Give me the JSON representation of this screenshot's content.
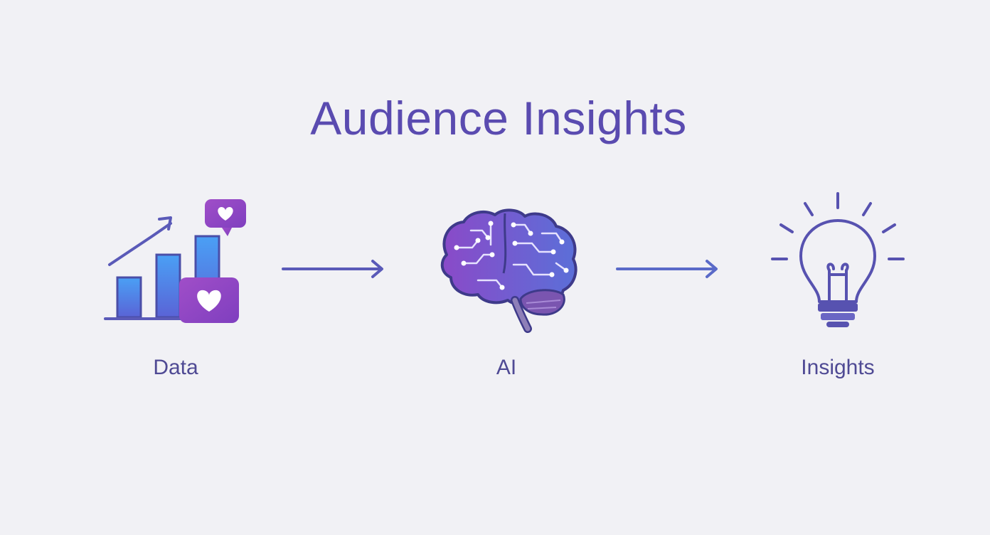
{
  "diagram": {
    "title": "Audience Insights",
    "stages": [
      {
        "label": "Data",
        "icon": "bar-chart-hearts-icon"
      },
      {
        "label": "AI",
        "icon": "brain-icon"
      },
      {
        "label": "Insights",
        "icon": "lightbulb-icon"
      }
    ],
    "connectors": [
      "arrow-right-icon",
      "arrow-right-icon"
    ]
  },
  "colors": {
    "title": "#5a4bb0",
    "label": "#4f4a94",
    "background": "#f1f1f5",
    "blue": "#4f8ff0",
    "purple": "#9a46c4",
    "line": "#5a5ab8"
  }
}
